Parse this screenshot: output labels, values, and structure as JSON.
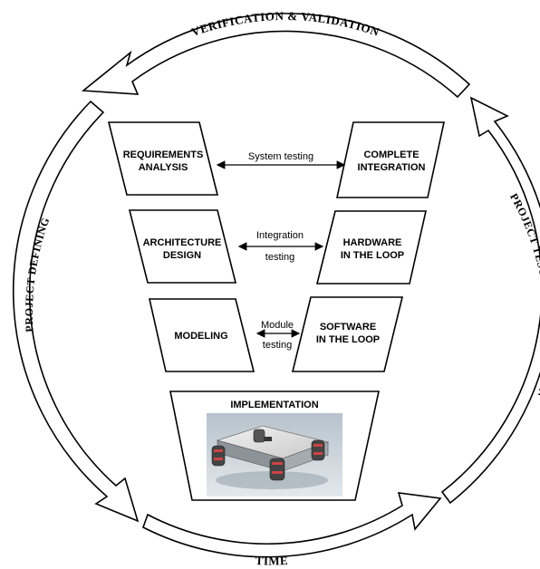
{
  "cycle": {
    "top_label": "VERIFICATION & VALIDATION",
    "left_label": "PROJECT DEFINING",
    "right_label": "PROJECT TESTING & INTEGRATION",
    "bottom_label": "TIME"
  },
  "left_stages": [
    {
      "line1": "REQUIREMENTS",
      "line2": "ANALYSIS"
    },
    {
      "line1": "ARCHITECTURE",
      "line2": "DESIGN"
    },
    {
      "line1": "MODELING",
      "line2": ""
    }
  ],
  "right_stages": [
    {
      "line1": "COMPLETE",
      "line2": "INTEGRATION"
    },
    {
      "line1": "HARDWARE",
      "line2": "IN THE LOOP"
    },
    {
      "line1": "SOFTWARE",
      "line2": "IN THE LOOP"
    }
  ],
  "links": [
    {
      "line1": "System testing",
      "line2": ""
    },
    {
      "line1": "Integration",
      "line2": "testing"
    },
    {
      "line1": "Module",
      "line2": "testing"
    }
  ],
  "implementation": {
    "title": "IMPLEMENTATION",
    "image": "mecanum-wheel-robot-platform-render"
  },
  "colors": {
    "stroke": "#000000",
    "render_bg_top": "#b7c2cc",
    "render_bg_bottom": "#dde3e8"
  }
}
